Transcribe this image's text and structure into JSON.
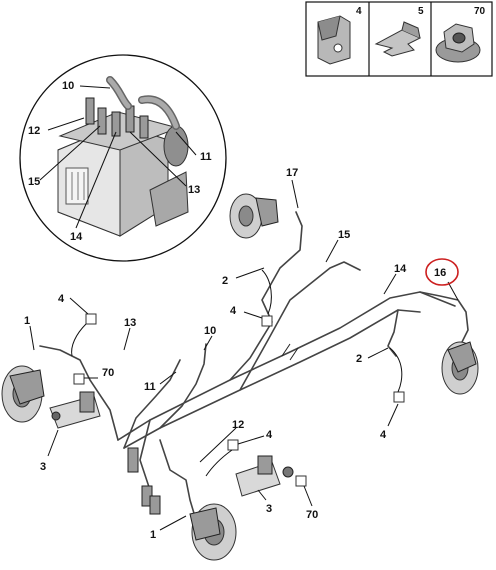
{
  "inset_parts": [
    {
      "ref": "4",
      "icon": "clip-bracket-icon"
    },
    {
      "ref": "5",
      "icon": "spring-clip-icon"
    },
    {
      "ref": "70",
      "icon": "flange-nut-icon"
    }
  ],
  "abs_callouts": {
    "c10": "10",
    "c12": "12",
    "c11": "11",
    "c15": "15",
    "c13": "13",
    "c14": "14"
  },
  "callouts": {
    "c17": "17",
    "c15": "15",
    "c2_front": "2",
    "c4_front": "4",
    "c14": "14",
    "c16": "16",
    "c2_rear": "2",
    "c4_rear": "4",
    "c4_left": "4",
    "c1_left": "1",
    "c13": "13",
    "c10": "10",
    "c70_left": "70",
    "c11": "11",
    "c3_left": "3",
    "c12": "12",
    "c4_bottom": "4",
    "c70_bottom": "70",
    "c3_bottom": "3",
    "c1_bottom": "1"
  },
  "highlight": {
    "ref": "16",
    "color": "#cc1f1f"
  }
}
